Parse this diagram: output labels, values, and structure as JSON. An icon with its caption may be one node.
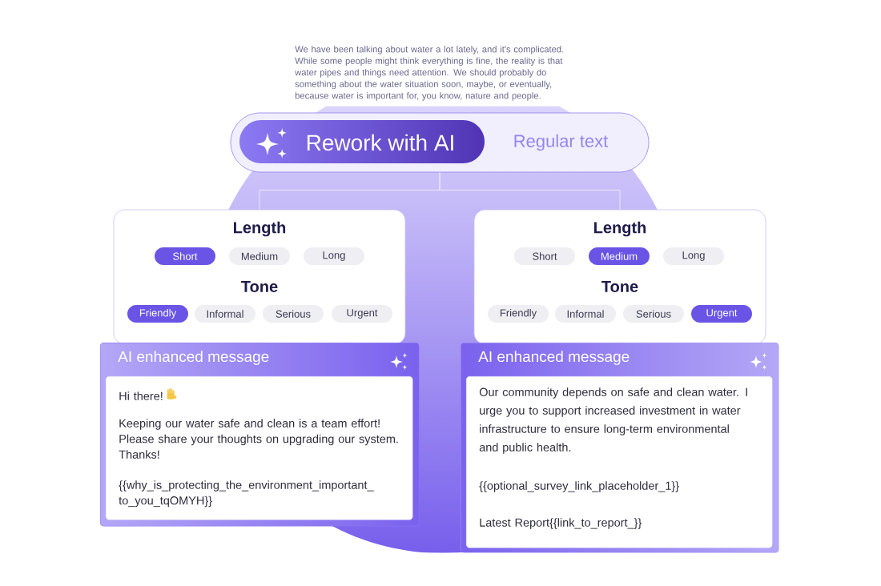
{
  "diagram": {
    "nodes": [
      {
        "text": [
          "We have been talking about water a lot lately, and it's complicated. While some people might think everything is fine, the reality is that water pipes and things need attention. We should probably do something about the water situation soon, maybe, or eventually, because water is important for, you know, nature and people."
        ]
      },
      {
        "text": [
          "Regular text"
        ]
      },
      {
        "text": [
          "Rework with AI"
        ],
        "in": 1
      },
      {
        "text": [
          "Length",
          "Tone"
        ]
      },
      {
        "text": [
          "Short"
        ],
        "in": 3
      },
      {
        "text": [
          "Medium"
        ],
        "in": 3
      },
      {
        "text": [
          "Long"
        ],
        "in": 3
      },
      {
        "text": [
          "Friendly"
        ],
        "in": 3
      },
      {
        "text": [
          "Informal"
        ],
        "in": 3
      },
      {
        "text": [
          "Serious"
        ],
        "in": 3
      },
      {
        "text": [
          "Urgent"
        ],
        "in": 3
      },
      {
        "text": [
          "Length",
          "Tone"
        ]
      },
      {
        "text": [
          "Short"
        ],
        "in": 11
      },
      {
        "text": [
          "Medium"
        ],
        "in": 11
      },
      {
        "text": [
          "Long"
        ],
        "in": 11
      },
      {
        "text": [
          "Friendly"
        ],
        "in": 11
      },
      {
        "text": [
          "Informal"
        ],
        "in": 11
      },
      {
        "text": [
          "Serious"
        ],
        "in": 11
      },
      {
        "text": [
          "Urgent"
        ],
        "in": 11
      },
      {
        "text": [
          "AI enhanced message"
        ]
      },
      {
        "text": [
          "Hi there!",
          "Keeping our water safe and clean is a team effort! Please share your thoughts on upgrading our system. Thanks!",
          "{{why_is_protecting_the_environment_important_ to_you_tqOMYH}}"
        ],
        "in": 19
      },
      {
        "text": [
          "AI enhanced message"
        ]
      },
      {
        "text": [
          "Our community depends on safe and clean water. I urge you to support increased investment in water infrastructure to ensure long-term environmental and public health.",
          "{{optional_survey_link_placeholder_1}}",
          "Latest Report{{link_to_report_}}"
        ],
        "in": 21
      }
    ],
    "edges": [
      {
        "from": 1,
        "to": 3,
        "arrow": "none"
      },
      {
        "from": 1,
        "to": 11,
        "arrow": "none"
      }
    ]
  }
}
